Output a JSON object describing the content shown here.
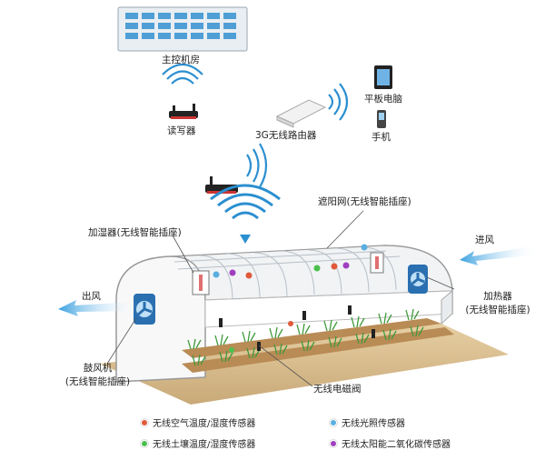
{
  "nodes": {
    "control_room": "主控机房",
    "reader": "读写器",
    "router_3g": "3G无线路由器",
    "tablet": "平板电脑",
    "phone": "手机",
    "sunshade": "遮阳网(无线智能插座)",
    "humidifier": "加湿器(无线智能插座)",
    "air_in": "进风",
    "air_out": "出风",
    "heater_line1": "加热器",
    "heater_line2": "(无线智能插座)",
    "blower_line1": "鼓风机",
    "blower_line2": "(无线智能插座)",
    "valve": "无线电磁阀"
  },
  "legend": [
    {
      "label": "无线空气温度/湿度传感器",
      "color": "#e05a3a"
    },
    {
      "label": "无线光照传感器",
      "color": "#5aaee0"
    },
    {
      "label": "无线土壤温度/湿度传感器",
      "color": "#4cc04c"
    },
    {
      "label": "无线太阳能二氧化碳传感器",
      "color": "#a040c0"
    }
  ],
  "colors": {
    "signal": "#2b8fd0",
    "airflow": "#3aa0e0",
    "soil": "#c8a878",
    "plants": "#3f9a3a"
  }
}
